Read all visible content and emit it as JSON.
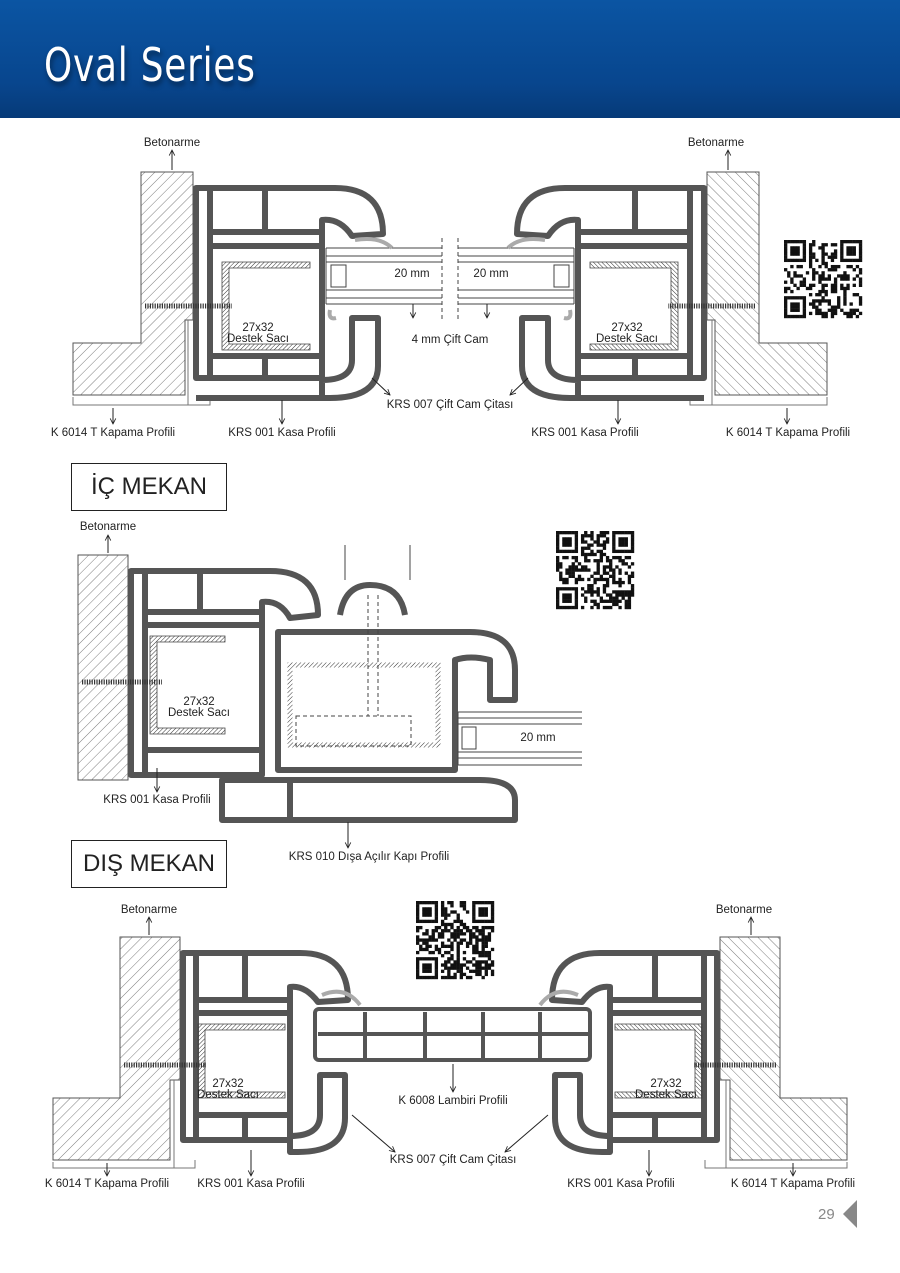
{
  "header": {
    "title": "Oval Series",
    "color": "#08468e"
  },
  "section_top": {
    "wall_left": "Betonarme",
    "wall_right": "Betonarme",
    "glass_left": "20 mm",
    "glass_right": "20 mm",
    "steel_left": {
      "size": "27x32",
      "name": "Destek Sacı"
    },
    "steel_right": {
      "size": "27x32",
      "name": "Destek Sacı"
    },
    "glass_label": "4 mm Çift Cam",
    "bead_label": "KRS 007 Çift Cam Çitası",
    "cover_left": "K 6014 T Kapama Profili",
    "frame_left": "KRS 001 Kasa Profili",
    "frame_right": "KRS 001 Kasa Profili",
    "cover_right": "K 6014 T Kapama Profili"
  },
  "label_inside": "İÇ MEKAN",
  "section_middle": {
    "wall": "Betonarme",
    "steel": {
      "size": "27x32",
      "name": "Destek Sacı"
    },
    "glass": "20 mm",
    "frame": "KRS 001 Kasa Profili",
    "door": "KRS 010 Dışa Açılır Kapı Profili"
  },
  "label_outside": "DIŞ MEKAN",
  "section_bottom": {
    "wall_left": "Betonarme",
    "wall_right": "Betonarme",
    "steel_left": {
      "size": "27x32",
      "name": "Destek Sacı"
    },
    "steel_right": {
      "size": "27x32",
      "name": "Destek Sacı"
    },
    "panel_label": "K 6008 Lambiri Profili",
    "bead_label": "KRS 007 Çift Cam Çitası",
    "cover_left": "K 6014 T Kapama Profili",
    "frame_left": "KRS 001 Kasa Profili",
    "frame_right": "KRS 001 Kasa Profili",
    "cover_right": "K 6014 T Kapama Profili"
  },
  "page_number": "29"
}
